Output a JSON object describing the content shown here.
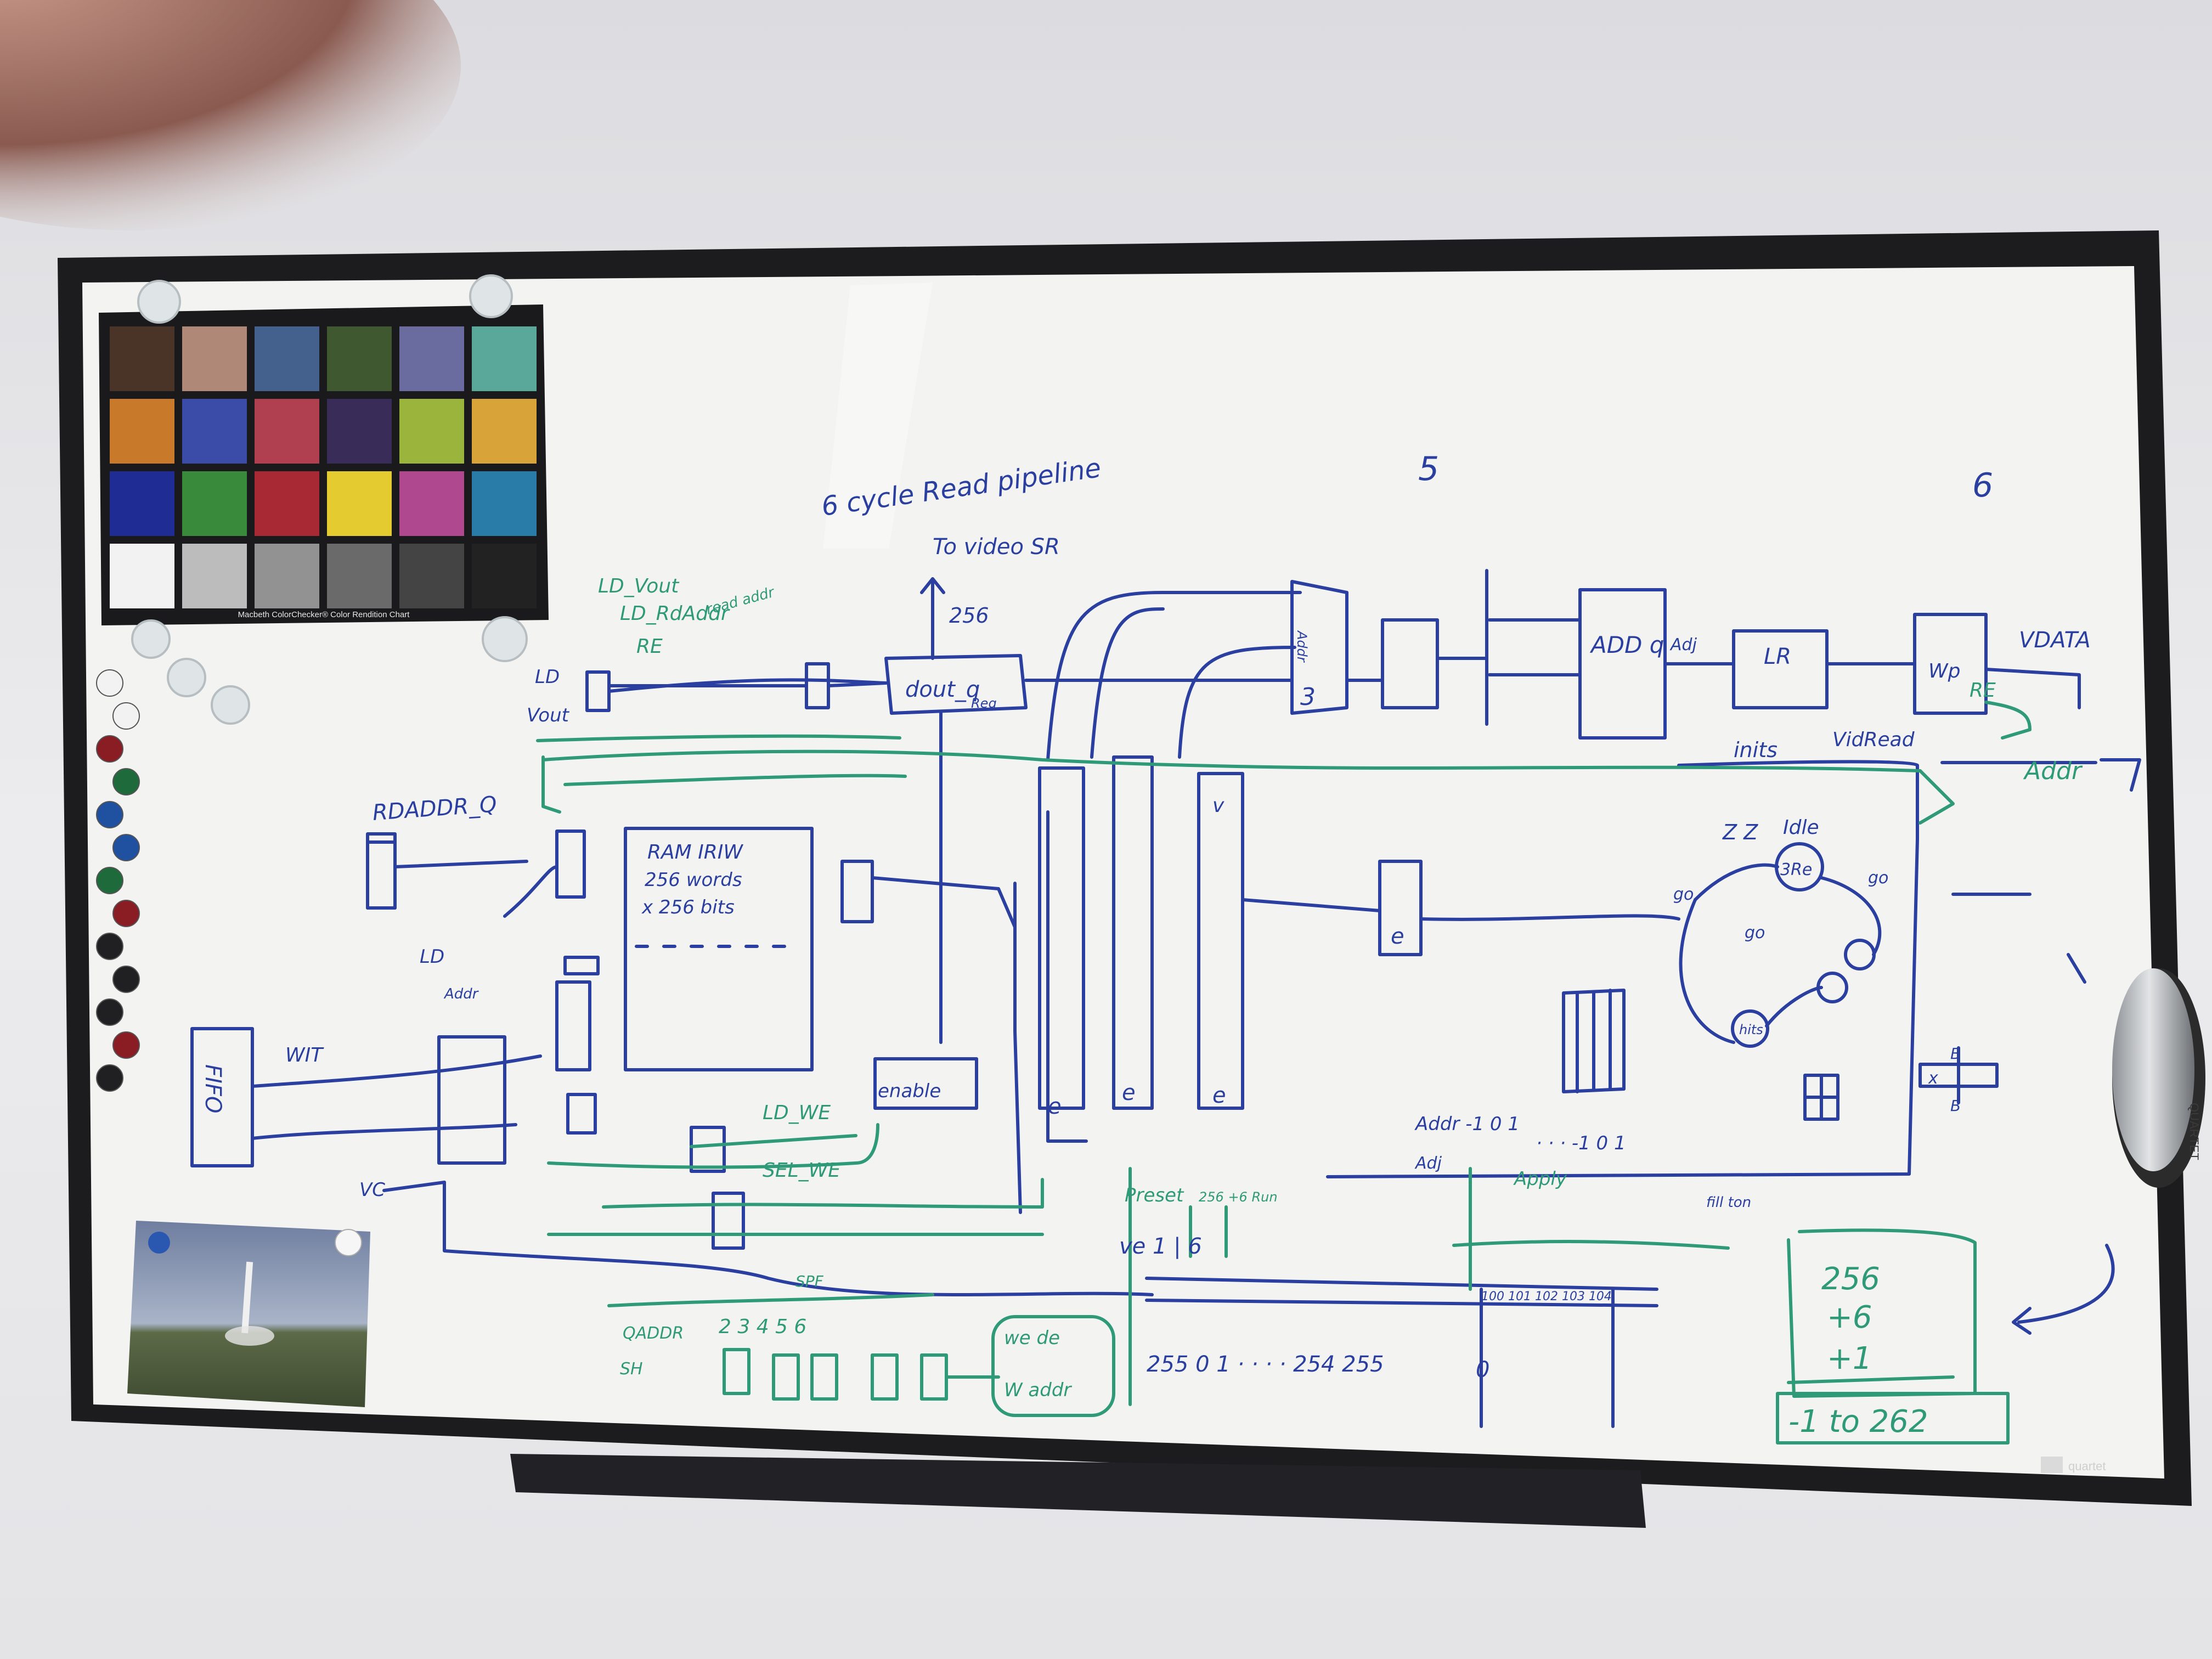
{
  "colors": {
    "wall": "#e9e8ea",
    "frame": "#1c1c1e",
    "board": "#f3f3f1",
    "ink_blue": "#2a3fa0",
    "ink_green": "#2f9a78",
    "tray": "#222226"
  },
  "colorchecker": {
    "caption": "Macbeth ColorChecker® Color Rendition Chart",
    "swatches": [
      "#4a3428",
      "#b08878",
      "#44608c",
      "#3f5830",
      "#6a6ca0",
      "#5aa89a",
      "#c87a2a",
      "#3a4ca8",
      "#b04050",
      "#3a2c58",
      "#9ab43c",
      "#d8a43a",
      "#1e2c94",
      "#3a8a3c",
      "#a82834",
      "#e4cc30",
      "#b04890",
      "#2a7ca8",
      "#f2f2f2",
      "#bcbcbc",
      "#929292",
      "#6a6a6a",
      "#444444",
      "#222222"
    ]
  },
  "whiteboard": {
    "title": "6 cycle Read pipeline",
    "stage_5": "5",
    "stage_6": "6",
    "to_video_sr": "To video SR",
    "bus_256": "256",
    "ld_vout": "LD_Vout",
    "ld_rdaddr": "LD_RdAddr",
    "re": "RE",
    "rd_addr": "read addr",
    "ld": "LD",
    "vout": "Vout",
    "rdaddr_q": "RDADDR_Q",
    "ram_l1": "RAM IRIW",
    "ram_l2": "256 words",
    "ram_l3": "x 256 bits",
    "dout_q": "dout_q",
    "reg": "Reg",
    "ld_addr_1": "LD",
    "ld_addr_2": "Addr",
    "wit": "WIT",
    "fifo": "FIFO",
    "vc": "VC",
    "ld_we": "LD_WE",
    "sel_we": "SEL_WE",
    "enable": "enable",
    "add_q": "ADD q",
    "adj": "Adj",
    "lr": "LR",
    "vdata": "VDATA",
    "wp": "Wp",
    "inits": "inits",
    "viable": "VidRead",
    "re_right": "RE",
    "addr_right": "Addr",
    "zz": "Z Z",
    "idle": "Idle",
    "three_re": "3Re",
    "go1": "go",
    "go2": "go",
    "go3": "go",
    "hits": "hits",
    "addr_row": "Addr   -1 0 1",
    "addr_row2": "· · · -1 0 1",
    "adj_row": "Adj",
    "preset": "Preset",
    "preset_row": "ve 1 | 6",
    "plus6": "256 +6 Run",
    "apply": "Apply",
    "fill": "fill ton",
    "seq": "255   0   1  · · · ·  254   255",
    "zero": "0",
    "nums_row": "100  101  102 103 104",
    "sum_1": "256",
    "sum_2": "+6",
    "sum_3": "+1",
    "sum_4": "-1 to 262",
    "b1": "B",
    "b2": "B",
    "x": "x",
    "sr_labels": "2    3   4    5    6",
    "qaddr": "QADDR",
    "sh": "SH",
    "spf": "SPF",
    "we_dir": "we de",
    "w_addr": "W addr",
    "num3": "3",
    "addr_block": "Addr",
    "e1": "e",
    "e2": "e",
    "e3": "e",
    "e4": "e",
    "vblock": "v"
  },
  "eraser": {
    "brand": "QUARTET"
  },
  "maker": "quartet"
}
